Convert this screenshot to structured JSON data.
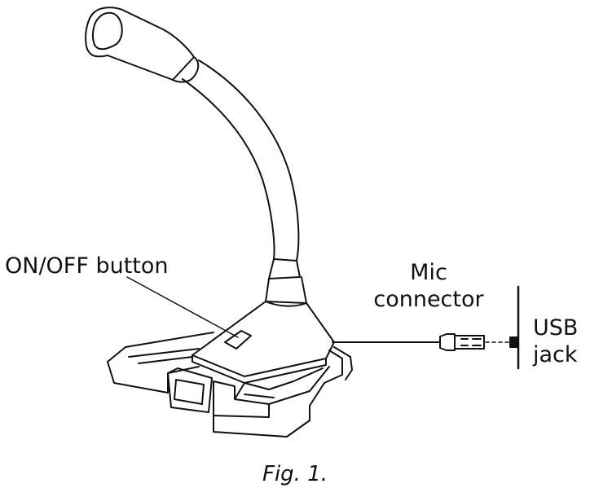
{
  "labels": {
    "on_off_button": "ON/OFF button",
    "mic_connector_line1": "Mic",
    "mic_connector_line2": "connector",
    "usb_jack_line1": "USB",
    "usb_jack_line2": "jack"
  },
  "caption": "Fig. 1.",
  "colors": {
    "stroke": "#111111",
    "background": "#ffffff"
  }
}
